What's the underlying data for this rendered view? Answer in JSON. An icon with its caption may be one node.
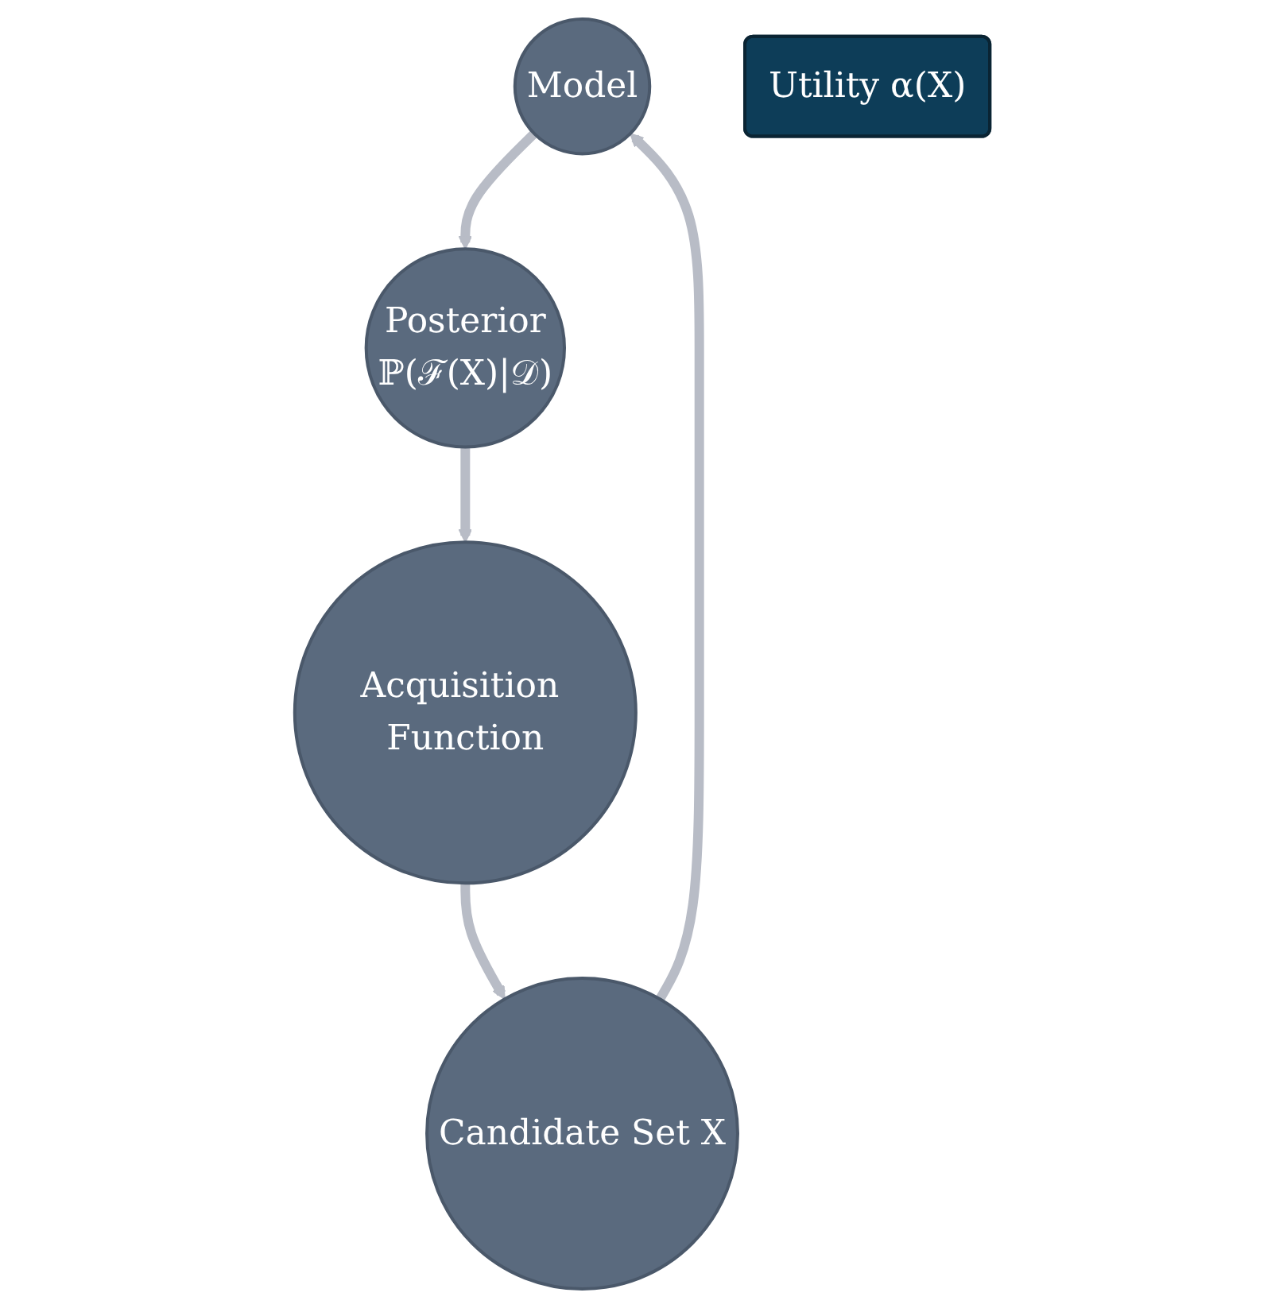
{
  "diagram": {
    "nodes": [
      {
        "text": [
          "Model"
        ]
      },
      {
        "text": [
          "Candidate Set X"
        ]
      },
      {
        "text": [
          "Utility α(X)"
        ]
      },
      {
        "text": [
          "Posterior",
          "ℙ(ℱ(X)|𝒟)"
        ]
      },
      {
        "text": [
          "Acquisition Function"
        ]
      }
    ],
    "edges": [
      {
        "from": 0,
        "to": 3,
        "arrow": "to"
      },
      {
        "from": 3,
        "to": 4,
        "arrow": "to"
      },
      {
        "from": 4,
        "to": 1,
        "arrow": "to"
      },
      {
        "from": 1,
        "to": 0,
        "arrow": "to"
      }
    ]
  }
}
